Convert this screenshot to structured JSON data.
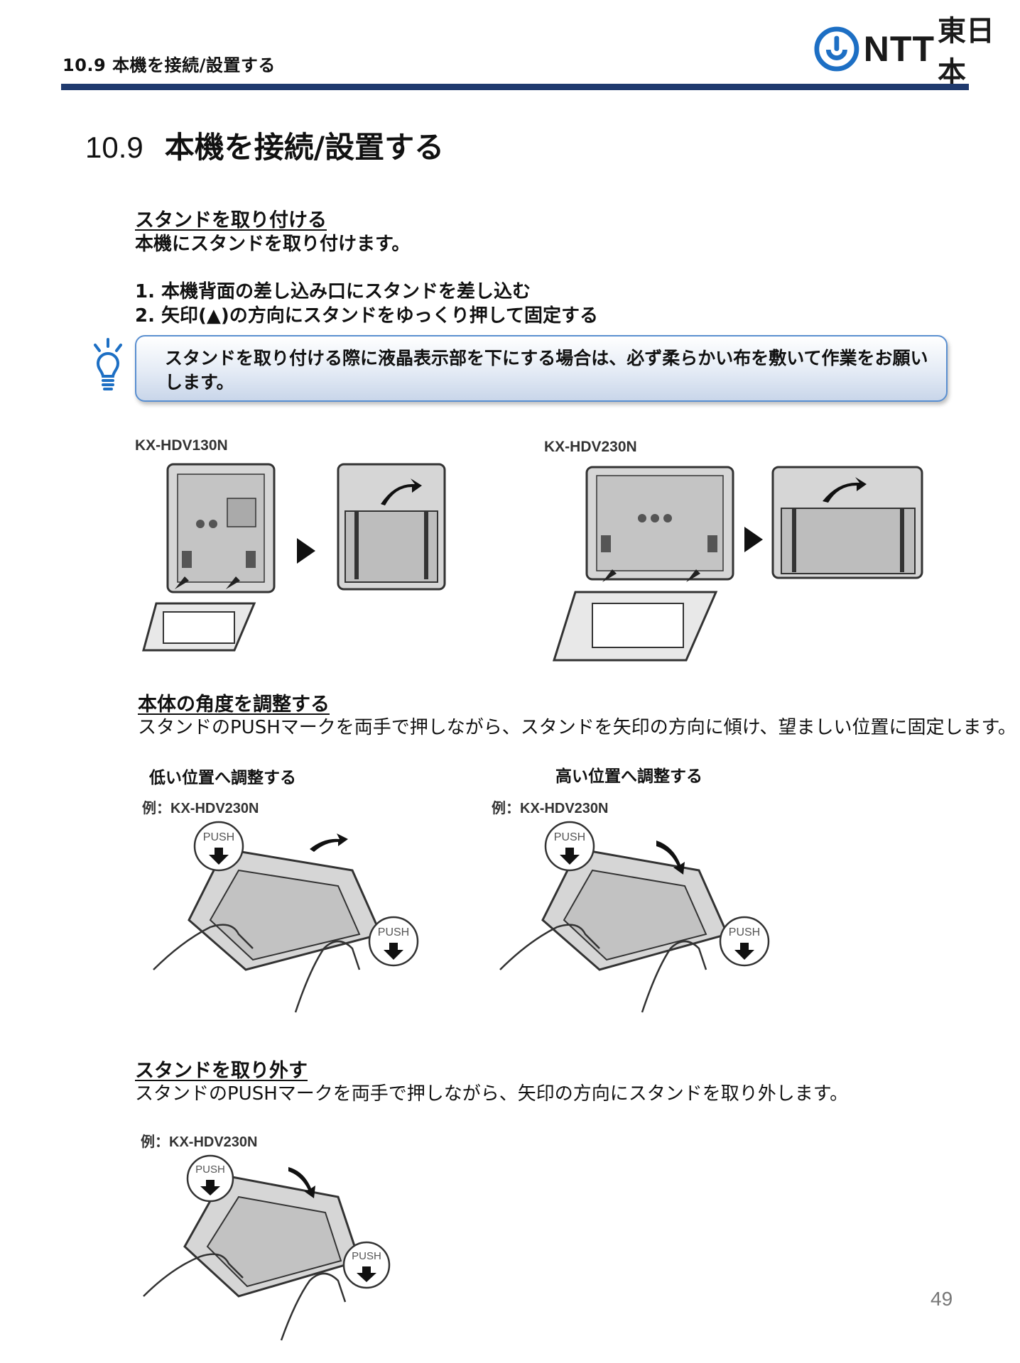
{
  "header": {
    "running_title": "10.9  本機を接続/設置する",
    "logo_text": "NTT",
    "logo_text2": "東日本"
  },
  "title": {
    "number": "10.9",
    "text": "本機を接続/設置する"
  },
  "section1": {
    "heading": "スタンドを取り付ける",
    "intro": "本機にスタンドを取り付けます。",
    "steps": [
      "1. 本機背面の差し込み口にスタンドを差し込む",
      "2. 矢印(▲)の方向にスタンドをゆっくり押して固定する"
    ],
    "note_line1": "スタンドを取り付ける際に液晶表示部を下にする場合は、必ず柔らかい布を敷いて作業をお願い",
    "note_line2": "します。",
    "model_left": "KX-HDV130N",
    "model_right": "KX-HDV230N"
  },
  "section2": {
    "heading": "本体の角度を調整する",
    "text": "スタンドのPUSHマークを両手で押しながら、スタンドを矢印の方向に傾け、望ましい位置に固定します。",
    "low_label": "低い位置へ調整する",
    "high_label": "高い位置へ調整する",
    "example_low": "例：KX-HDV230N",
    "example_high": "例：KX-HDV230N",
    "push": "PUSH"
  },
  "section3": {
    "heading": "スタンドを取り外す",
    "text": "スタンドのPUSHマークを両手で押しながら、矢印の方向にスタンドを取り外します。",
    "example": "例：KX-HDV230N",
    "push": "PUSH"
  },
  "footer": {
    "page_number": "49"
  },
  "colors": {
    "accent": "#1f3a6e",
    "note_border": "#5a8fd0",
    "logo_blue": "#1d6fc4"
  },
  "icons": [
    "lightbulb-icon",
    "ntt-logo-icon",
    "arrow-right-icon"
  ]
}
